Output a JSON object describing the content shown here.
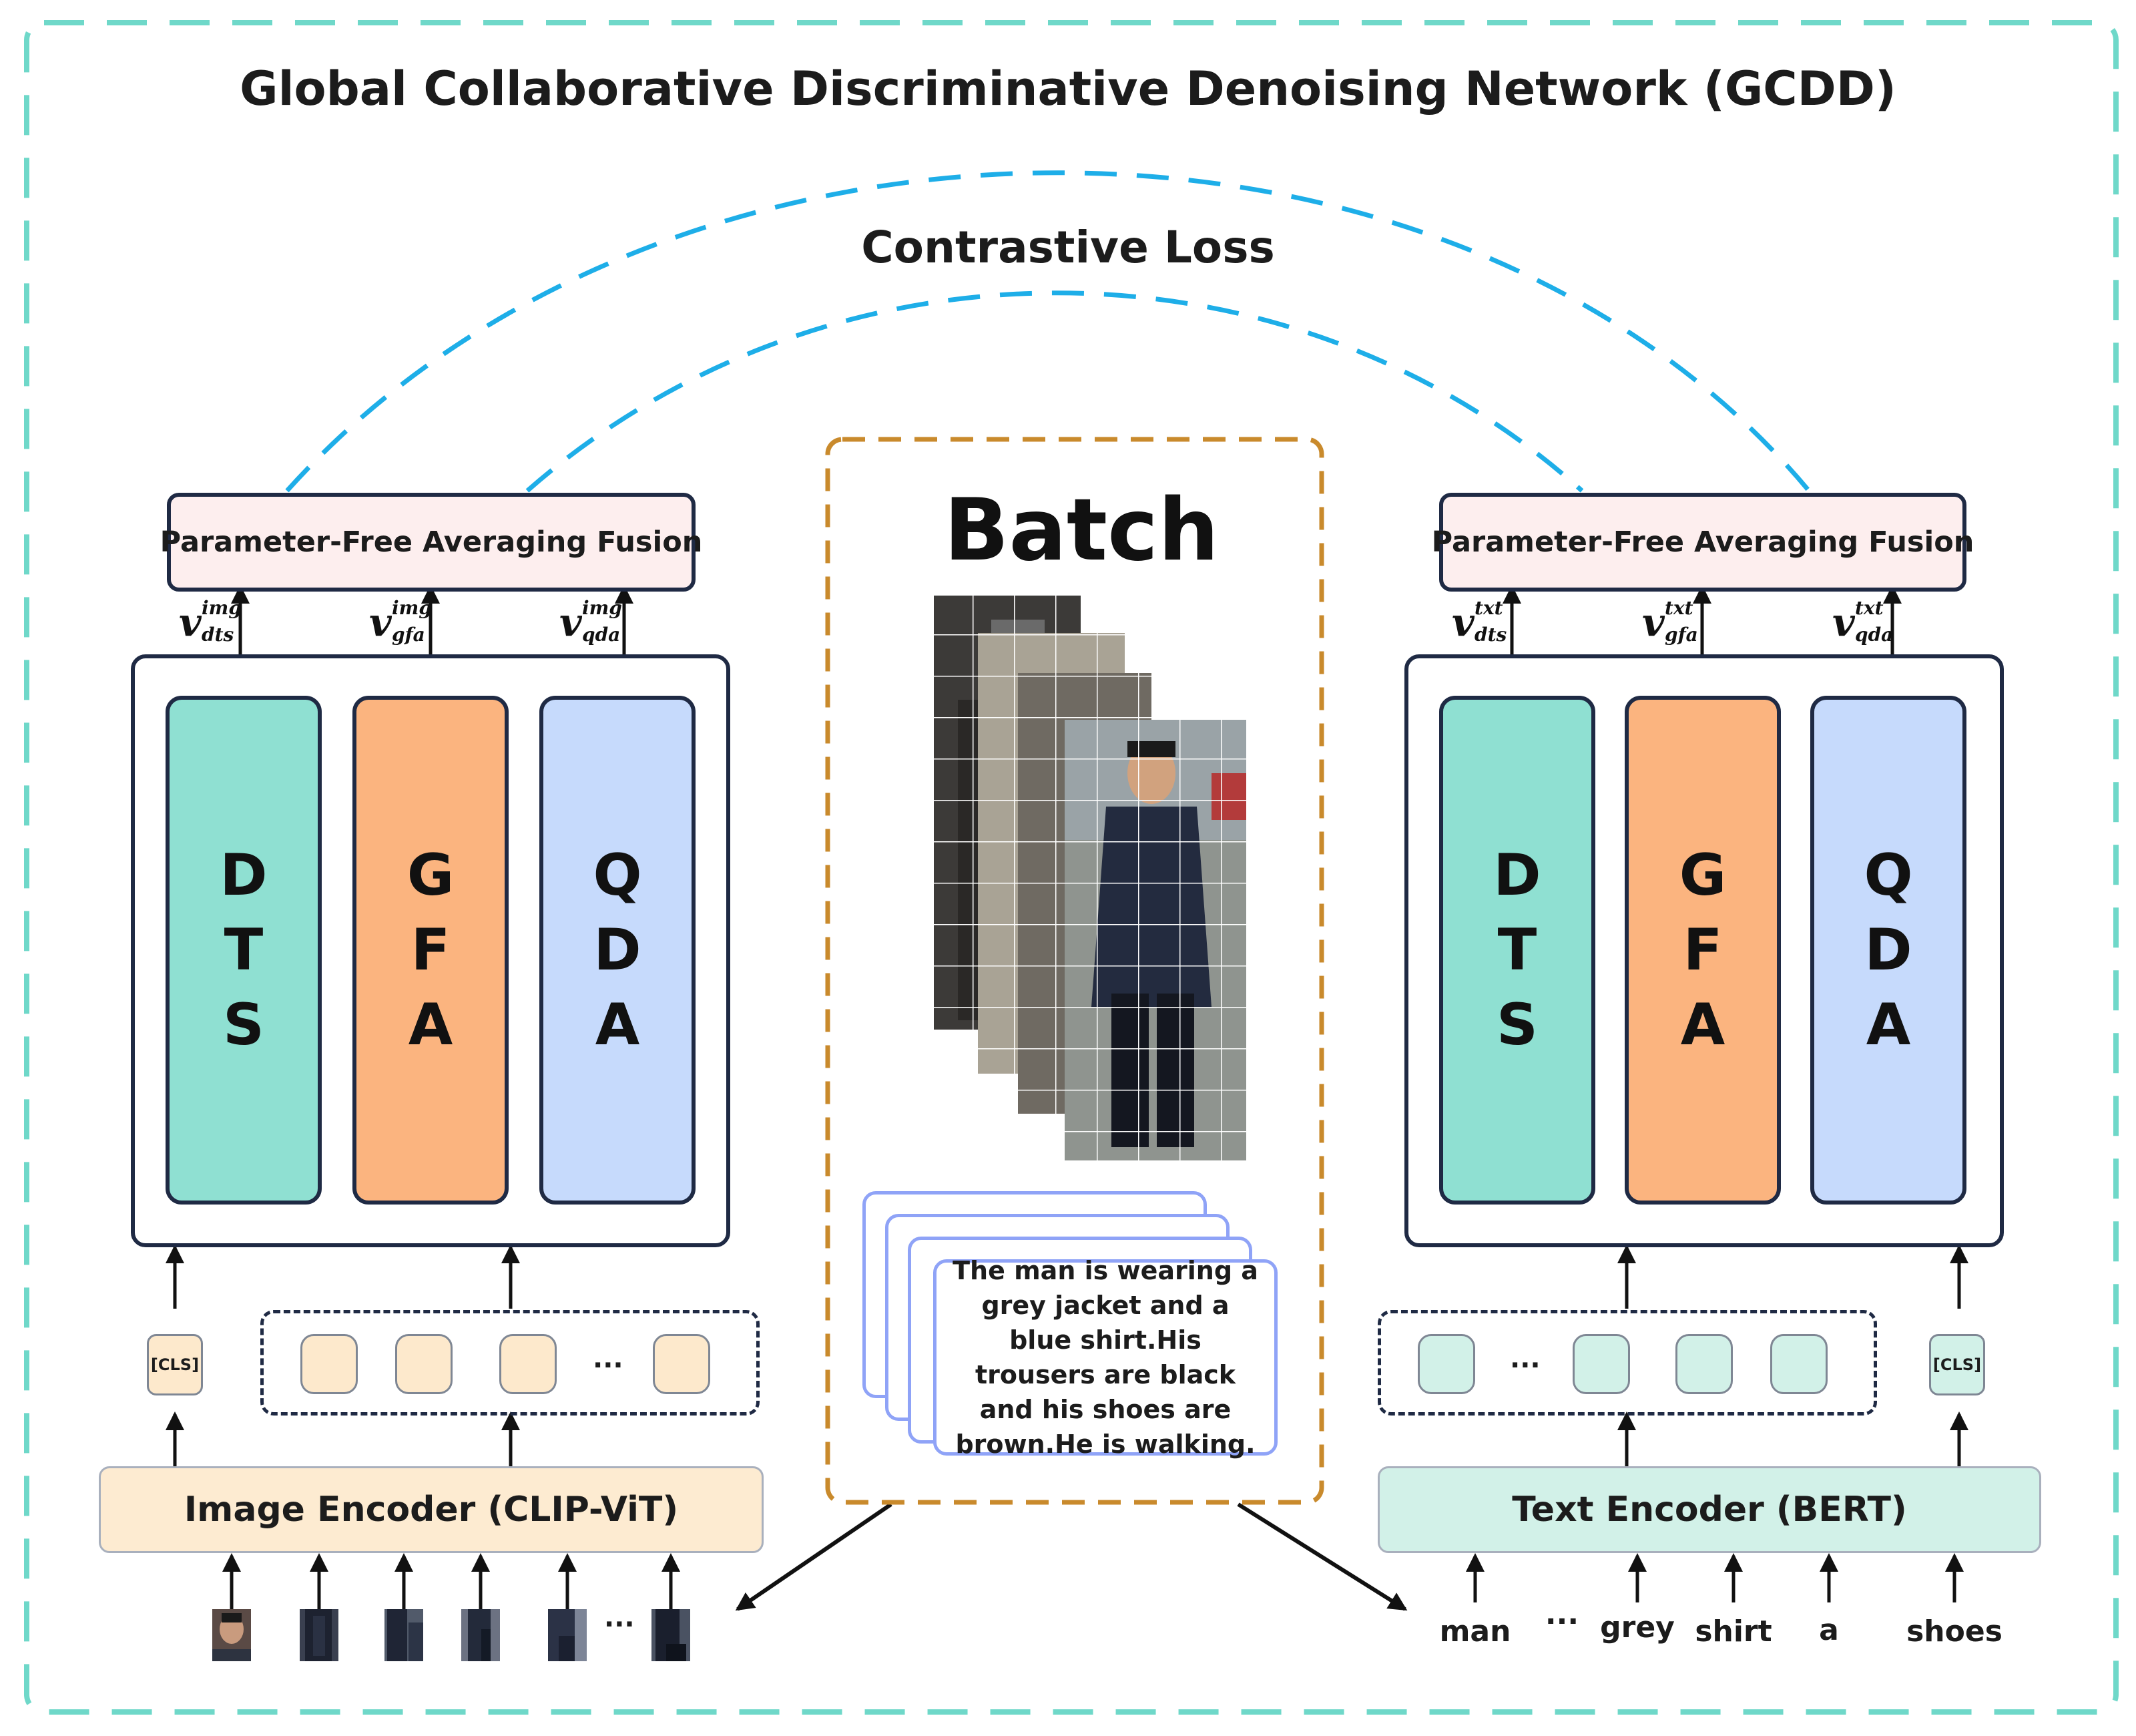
{
  "title": "Global Collaborative Discriminative Denoising Network (GCDD)",
  "loss_label": "Contrastive Loss",
  "batch": {
    "label": "Batch",
    "caption": "The man is wearing a grey jacket and a blue shirt.His trousers are black and his shoes are brown.He is walking."
  },
  "image_branch": {
    "fusion_label": "Parameter-Free Averaging Fusion",
    "modules": [
      {
        "letters": [
          "D",
          "T",
          "S"
        ],
        "color": "#8fe0d2"
      },
      {
        "letters": [
          "G",
          "F",
          "A"
        ],
        "color": "#fbb47f"
      },
      {
        "letters": [
          "Q",
          "D",
          "A"
        ],
        "color": "#c6dafc"
      }
    ],
    "features": [
      {
        "base": "v",
        "sup": "img",
        "sub": "dts"
      },
      {
        "base": "v",
        "sup": "img",
        "sub": "gfa"
      },
      {
        "base": "v",
        "sup": "img",
        "sub": "qda"
      }
    ],
    "cls_label": "[CLS]",
    "token_color": "#fde9cc",
    "ellipsis": "...",
    "encoder_label": "Image Encoder  (CLIP-ViT)",
    "encoder_color": "#fdebd1"
  },
  "text_branch": {
    "fusion_label": "Parameter-Free Averaging Fusion",
    "modules": [
      {
        "letters": [
          "D",
          "T",
          "S"
        ],
        "color": "#8fe0d2"
      },
      {
        "letters": [
          "G",
          "F",
          "A"
        ],
        "color": "#fbb47f"
      },
      {
        "letters": [
          "Q",
          "D",
          "A"
        ],
        "color": "#c6dafc"
      }
    ],
    "features": [
      {
        "base": "v",
        "sup": "txt",
        "sub": "dts"
      },
      {
        "base": "v",
        "sup": "txt",
        "sub": "gfa"
      },
      {
        "base": "v",
        "sup": "txt",
        "sub": "qda"
      }
    ],
    "cls_label": "[CLS]",
    "token_color": "#d2f1e8",
    "ellipsis": "...",
    "encoder_label": "Text Encoder  (BERT)",
    "encoder_color": "#d2f1e8",
    "words": [
      "man",
      "...",
      "grey",
      "shirt",
      "a",
      "shoes"
    ]
  },
  "colors": {
    "frame": "#6fd8c9",
    "loss_arc": "#1eaee8",
    "batch_border": "#c98a2c",
    "box_border": "#1f2a44"
  }
}
